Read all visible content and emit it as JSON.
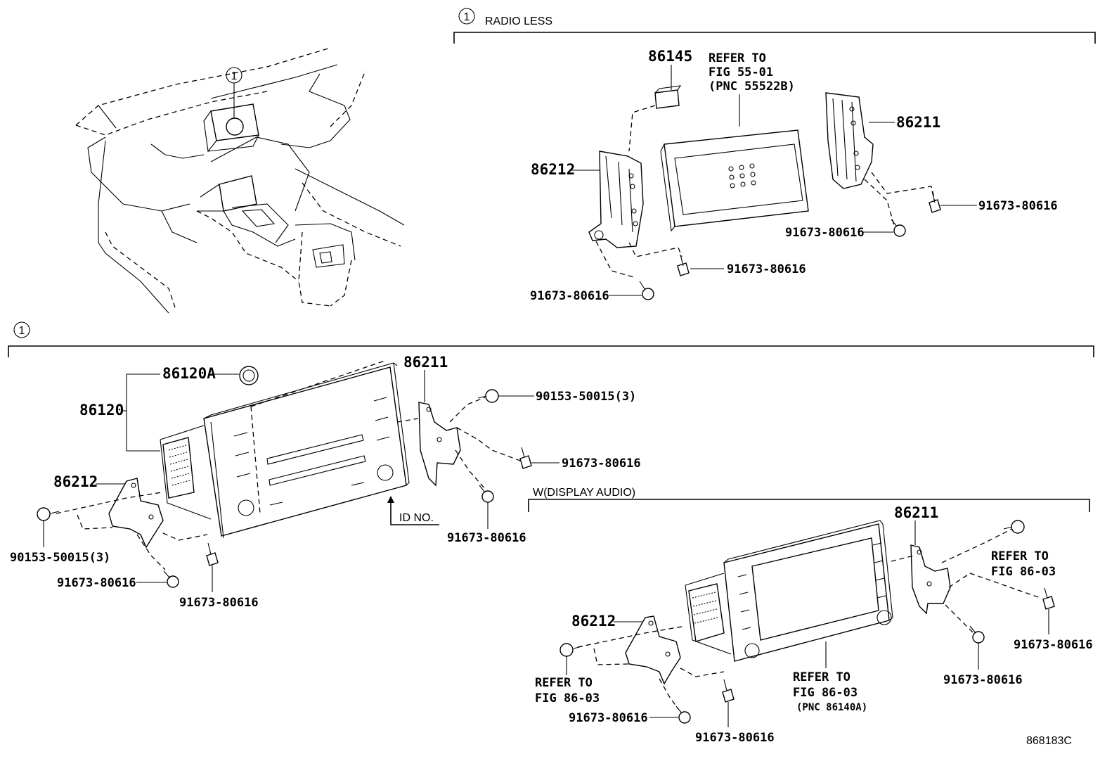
{
  "callouts": {
    "marker": "1"
  },
  "sections": {
    "radio_less": "RADIO LESS",
    "display_audio": "W(DISPLAY AUDIO)"
  },
  "radio_less": {
    "p86145": "86145",
    "refer_line1": "REFER TO",
    "refer_line2": "FIG 55-01",
    "refer_line3": "(PNC 55522B)",
    "p86211": "86211",
    "p86212": "86212",
    "screw_right": "91673-80616",
    "screw_right_lower": "91673-80616",
    "screw_mid": "91673-80616",
    "screw_left": "91673-80616"
  },
  "main_unit": {
    "p86120A": "86120A",
    "p86120": "86120",
    "p86211": "86211",
    "p86212": "86212",
    "bolt_right": "90153-50015(3)",
    "screw_right_1": "91673-80616",
    "screw_right_2": "91673-80616",
    "bolt_left": "90153-50015(3)",
    "screw_left_1": "91673-80616",
    "screw_left_2": "91673-80616",
    "id_no": "ID NO."
  },
  "display_audio": {
    "p86211": "86211",
    "p86212": "86212",
    "refer_right_1": "REFER TO",
    "refer_right_2": "FIG 86-03",
    "screw_far_right": "91673-80616",
    "screw_right": "91673-80616",
    "refer_center_1": "REFER TO",
    "refer_center_2": "FIG 86-03",
    "refer_center_3": "(PNC 86140A)",
    "refer_left_1": "REFER TO",
    "refer_left_2": "FIG 86-03",
    "screw_left": "91673-80616",
    "screw_bottom": "91673-80616"
  },
  "figure_code": "868183C"
}
